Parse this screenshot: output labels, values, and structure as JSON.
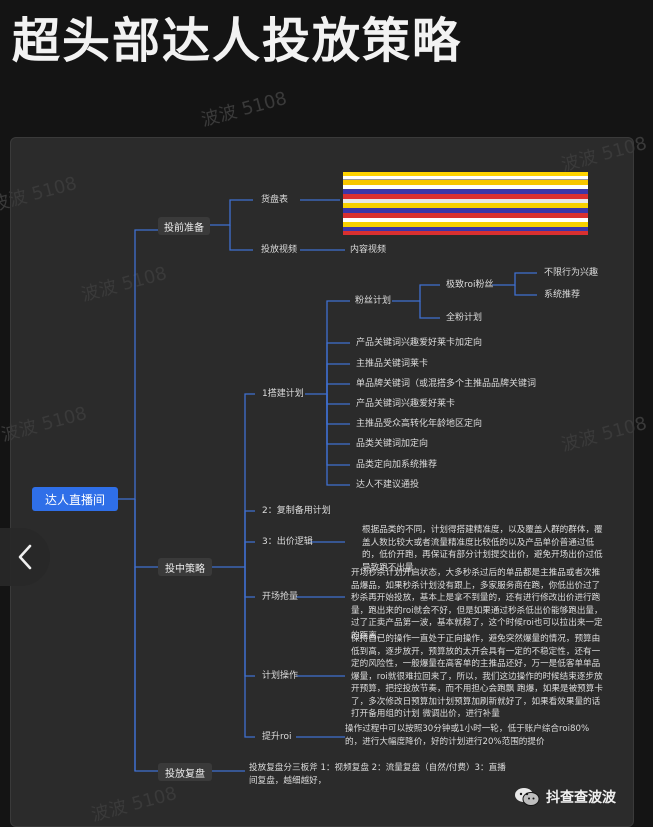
{
  "title": "超头部达人投放策略",
  "root": "达人直播间",
  "branches": {
    "prep": "投前准备",
    "mid": "投中策略",
    "review": "投放复盘"
  },
  "prep": {
    "goods": "货盘表",
    "video": "投放视频",
    "video_child": "内容视频"
  },
  "plan1": {
    "label": "1搭建计划",
    "fans": "粉丝计划",
    "fans_roi": "极致roi粉丝",
    "fans_roi_a": "不限行为兴趣",
    "fans_roi_b": "系统推荐",
    "fans_full": "全粉计划",
    "items": [
      "产品关键词兴趣爱好莱卡加定向",
      "主推品关键词莱卡",
      "单品牌关键词（或混搭多个主推品品牌关键词",
      "产品关键词兴趣爱好莱卡",
      "主推品受众高转化年龄地区定向",
      "品类关键词加定向",
      "品类定向加系统推荐",
      "达人不建议通投"
    ]
  },
  "plan2": "2：复制备用计划",
  "plan3": {
    "label": "3：出价逻辑",
    "text": "根据品类的不同，计划得搭建精准度，以及覆盖人群的群体，覆盖人数比较大或者流量精准度比较低的以及产品单价普通过低的，低价开跑，再保证有部分计划提交出价，避免开场出价过低导致跑不出量"
  },
  "open": {
    "label": "开场抢量",
    "text": "开场秒杀计划开启状态，大多秒杀过后的单品都是主推品或者次推品爆品，如果秒杀计划没有跟上，多家服务商在跑，你低出价过了秒杀再开始投放，基本上是拿不到量的，还有进行修改出价进行跑量，跑出来的roi就会不好，但是如果通过秒杀低出价能够跑出量，过了正卖产品第一波，基本就稳了，这个时候roi也可以拉出来一定的距离。"
  },
  "plan_op": {
    "label": "计划操作",
    "text": "保持自己的操作一直处于正向操作，避免突然爆量的情况，预算由低到高，逐步放开，预算放的太开会具有一定的不稳定性，还有一定的风险性，一般爆量在高客单的主推品还好，万一是低客单单品爆量，roi就很难拉回来了，所以，我们这边操作的时候结束逐步放开预算，把控投放节奏，而不用担心会跑飘 跑爆，如果是被预算卡了，多次修改日预算加计划预算加刷新就好了，如果看效果量的话打开备用组的计划 微调出价，进行补量"
  },
  "roi": {
    "label": "提升roi",
    "text": "操作过程中可以按照30分钟或1小时一轮，低于账户综合roi80%的，进行大幅度降价，好的计划进行20%范围的提价"
  },
  "review_text": "投放复盘分三板斧 1：视频复盘 2：流量复盘（自然/付费）3：直播间复盘，越细越好，",
  "watermark": "波波 5108",
  "logo_text": "抖查查波波",
  "colors": {
    "root": "#2f6fe8",
    "line": "#3f6fd0"
  },
  "icons": {
    "nav": "chevron-left-icon",
    "logo": "wechat-icon"
  }
}
